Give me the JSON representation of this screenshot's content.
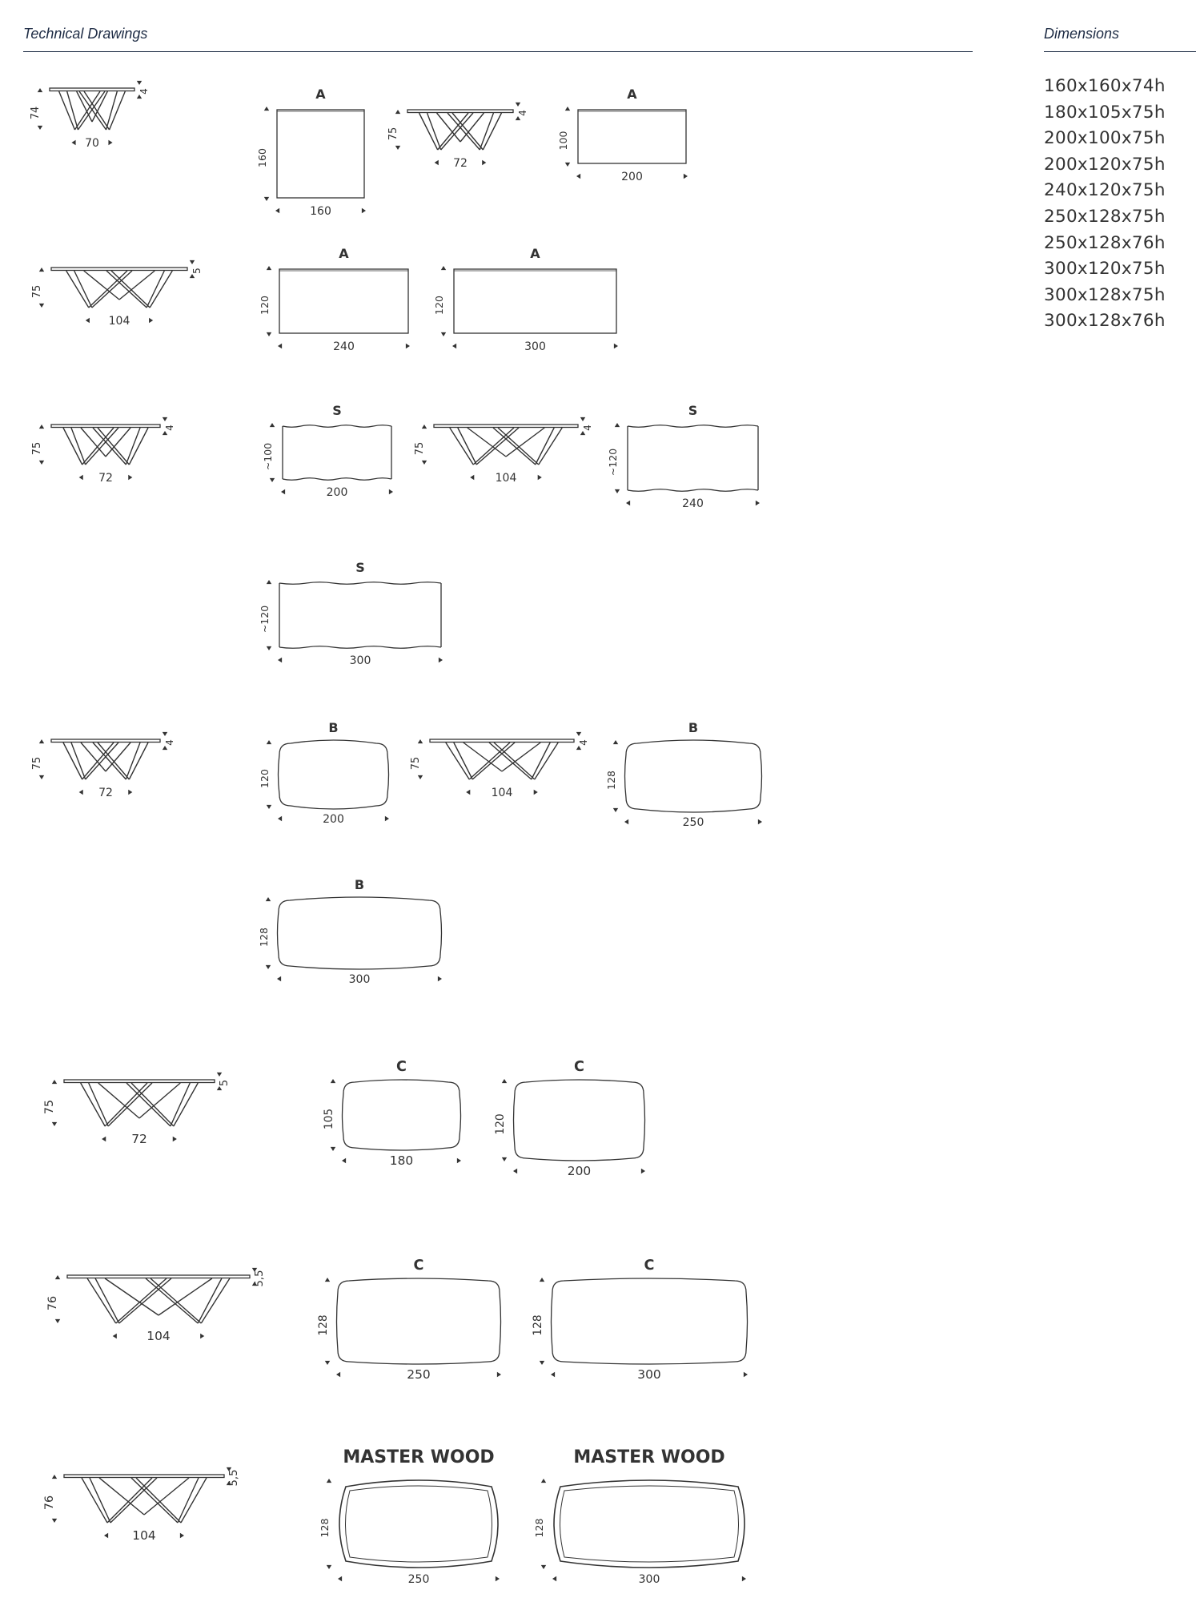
{
  "header": {
    "left_title": "Technical Drawings",
    "right_title": "Dimensions"
  },
  "dimensions_list": [
    "160x160x74h",
    "180x105x75h",
    "200x100x75h",
    "200x120x75h",
    "240x120x75h",
    "250x128x75h",
    "250x128x76h",
    "300x120x75h",
    "300x128x75h",
    "300x128x76h"
  ],
  "colors": {
    "line": "#333333",
    "header": "#1d2b44"
  },
  "icons": {
    "side_view": "table-side-view-icon",
    "top_view": "table-top-view-icon",
    "arrows": "dimension-arrow-icon"
  },
  "side_views": [
    {
      "height": "74",
      "thickness": "4",
      "base": "70"
    },
    {
      "height": "75",
      "thickness": "4",
      "base": "72"
    },
    {
      "height": "75",
      "thickness": "5",
      "base": "104"
    },
    {
      "height": "75",
      "thickness": "4",
      "base": "72"
    },
    {
      "height": "75",
      "thickness": "4",
      "base": "104"
    },
    {
      "height": "75",
      "thickness": "4",
      "base": "72"
    },
    {
      "height": "75",
      "thickness": "4",
      "base": "104"
    },
    {
      "height": "75",
      "thickness": "5",
      "base": "72"
    },
    {
      "height": "76",
      "thickness": "5,5",
      "base": "104"
    },
    {
      "height": "76",
      "thickness": "5,5",
      "base": "104"
    }
  ],
  "top_views": [
    {
      "shape": "A",
      "width": "160",
      "depth": "160"
    },
    {
      "shape": "A",
      "width": "200",
      "depth": "100"
    },
    {
      "shape": "A",
      "width": "240",
      "depth": "120"
    },
    {
      "shape": "A",
      "width": "300",
      "depth": "120"
    },
    {
      "shape": "S",
      "width": "200",
      "depth": "~100"
    },
    {
      "shape": "S",
      "width": "240",
      "depth": "~120"
    },
    {
      "shape": "S",
      "width": "300",
      "depth": "~120"
    },
    {
      "shape": "B",
      "width": "200",
      "depth": "120"
    },
    {
      "shape": "B",
      "width": "250",
      "depth": "128"
    },
    {
      "shape": "B",
      "width": "300",
      "depth": "128"
    },
    {
      "shape": "C",
      "width": "180",
      "depth": "105"
    },
    {
      "shape": "C",
      "width": "200",
      "depth": "120"
    },
    {
      "shape": "C",
      "width": "250",
      "depth": "128"
    },
    {
      "shape": "C",
      "width": "300",
      "depth": "128"
    },
    {
      "shape": "MASTER WOOD",
      "width": "250",
      "depth": "128"
    },
    {
      "shape": "MASTER WOOD",
      "width": "300",
      "depth": "128"
    }
  ]
}
